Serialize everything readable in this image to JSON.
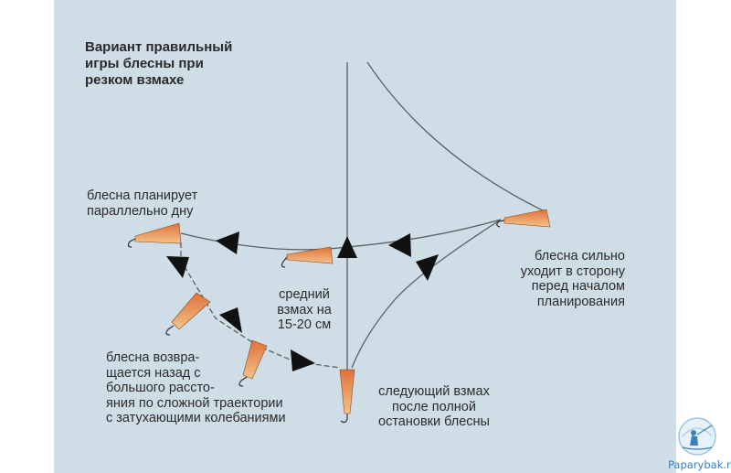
{
  "diagram": {
    "title": "Вариант правильный\nигры блесны при\nрезком взмахе",
    "labels": {
      "planes": "блесна планирует\nпараллельно дну",
      "veers": "блесна сильно\nуходит в сторону\nперед началом\nпланирования",
      "middle_swing": "средний\nвзмах на\n15-20 см",
      "returns": "блесна возвра-\nщается назад с\nбольшого рассто-\nяния по сложной траектории\nс затухающими колебаниями",
      "next_swing": "следующий взмах\nпосле полной\nостановки блесны"
    }
  },
  "watermark": {
    "text": "Paparybak.ru"
  },
  "colors": {
    "panel": "#cfdde6",
    "line": "#5a5f63",
    "lure_top": "#e0703a",
    "lure_bottom": "#f2c38a",
    "arrow": "#111111"
  }
}
